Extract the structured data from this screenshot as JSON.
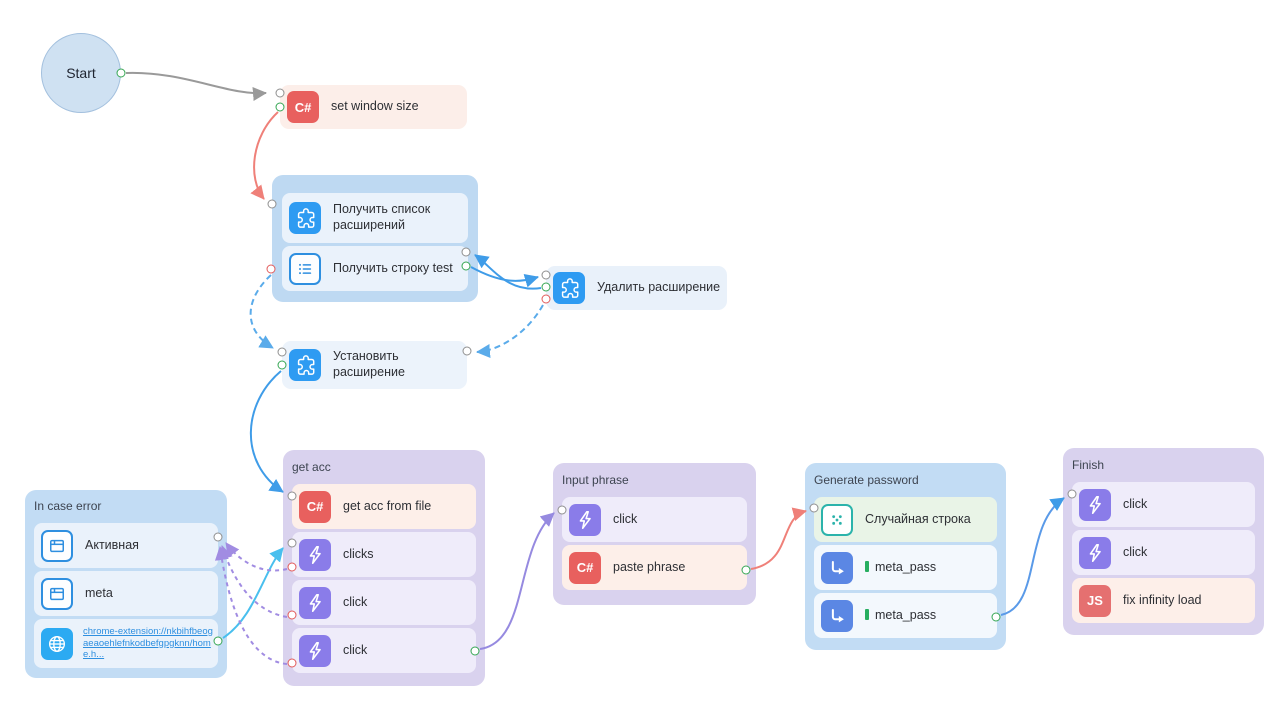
{
  "start": {
    "label": "Start"
  },
  "nodes": {
    "set_window_size": {
      "label": "set window size",
      "icon": "csharp-icon",
      "badge": "C#"
    },
    "delete_extension": {
      "label": "Удалить расширение",
      "icon": "puzzle-icon"
    },
    "install_extension": {
      "label": "Установить расширение",
      "icon": "puzzle-icon"
    }
  },
  "groups": {
    "extensions": {
      "title": "",
      "items": [
        {
          "label": "Получить список расширений",
          "icon": "puzzle-icon"
        },
        {
          "label": "Получить строку test",
          "icon": "list-icon"
        }
      ]
    },
    "in_case_error": {
      "title": "In case error",
      "items": [
        {
          "label": "Активная",
          "icon": "browser-icon"
        },
        {
          "label": "meta",
          "icon": "browser-icon"
        },
        {
          "label": "chrome-extension://nkbihfbeogaeaoehlefnkodbefgpgknn/home.h...",
          "icon": "globe-icon",
          "style": "link"
        }
      ]
    },
    "get_acc": {
      "title": "get acc",
      "items": [
        {
          "label": "get acc from file",
          "icon": "csharp-icon",
          "badge": "C#"
        },
        {
          "label": "clicks",
          "icon": "lightning-icon"
        },
        {
          "label": "click",
          "icon": "lightning-icon"
        },
        {
          "label": "click",
          "icon": "lightning-icon"
        }
      ]
    },
    "input_phrase": {
      "title": "Input phrase",
      "items": [
        {
          "label": "click",
          "icon": "lightning-icon"
        },
        {
          "label": "paste phrase",
          "icon": "csharp-icon",
          "badge": "C#"
        }
      ]
    },
    "generate_password": {
      "title": "Generate password",
      "items": [
        {
          "label": "Случайная строка",
          "icon": "dice-icon"
        },
        {
          "label": "meta_pass",
          "icon": "assign-icon",
          "var_marker": true
        },
        {
          "label": "meta_pass",
          "icon": "assign-icon",
          "var_marker": true
        }
      ]
    },
    "finish": {
      "title": "Finish",
      "items": [
        {
          "label": "click",
          "icon": "lightning-icon"
        },
        {
          "label": "click",
          "icon": "lightning-icon"
        },
        {
          "label": "fix infinity load",
          "icon": "js-icon",
          "badge": "JS"
        }
      ]
    }
  },
  "colors": {
    "wire_gray": "#9a9a9a",
    "wire_salmon": "#ef8079",
    "wire_blue": "#3f9ce8",
    "wire_dashed_blue": "#5aabea",
    "wire_cyan": "#49bfee",
    "wire_purple_dashed": "#a18ce2",
    "wire_purple": "#968ae0",
    "port_in": "#8f8f8f",
    "port_success": "#35a653",
    "port_error": "#e25a5a",
    "group_blue": "#c2dcf4",
    "group_purple": "#d9d2ee"
  }
}
